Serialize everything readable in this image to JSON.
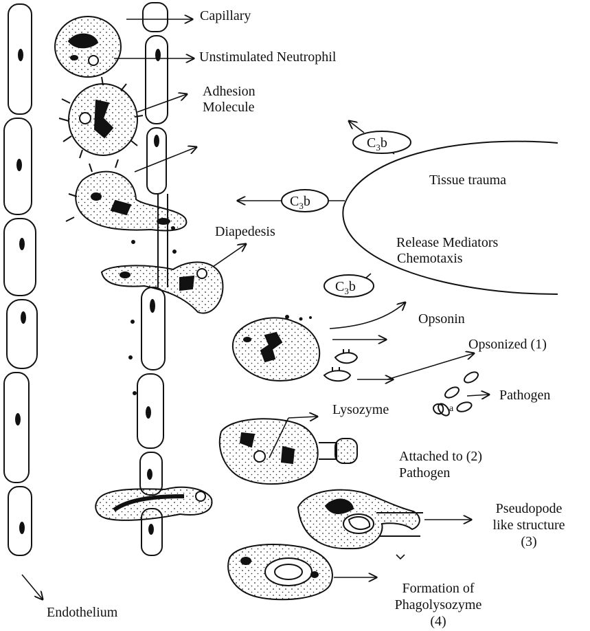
{
  "labels": {
    "capillary": "Capillary",
    "unstimulated_neutrophil": "Unstimulated Neutrophil",
    "adhesion_molecule_1": "Adhesion",
    "adhesion_molecule_2": "Molecule",
    "diapedesis": "Diapedesis",
    "tissue_trauma": "Tissue trauma",
    "release_mediators": "Release Mediators",
    "chemotaxis": "Chemotaxis",
    "opsonin": "Opsonin",
    "opsonized": "Opsonized (1)",
    "pathogen": "Pathogen",
    "lysozyme": "Lysozyme",
    "attached_1": "Attached to (2)",
    "attached_2": "Pathogen",
    "pseudopode_1": "Pseudopode",
    "pseudopode_2": "like structure",
    "pseudopode_3": "(3)",
    "formation_1": "Formation of",
    "formation_2": "Phagolysozyme",
    "formation_3": "(4)",
    "endothelium": "Endothelium"
  },
  "complement": {
    "main": "C",
    "sub": "3",
    "suffix": "b"
  },
  "colors": {
    "ink": "#111111",
    "background": "#ffffff"
  }
}
